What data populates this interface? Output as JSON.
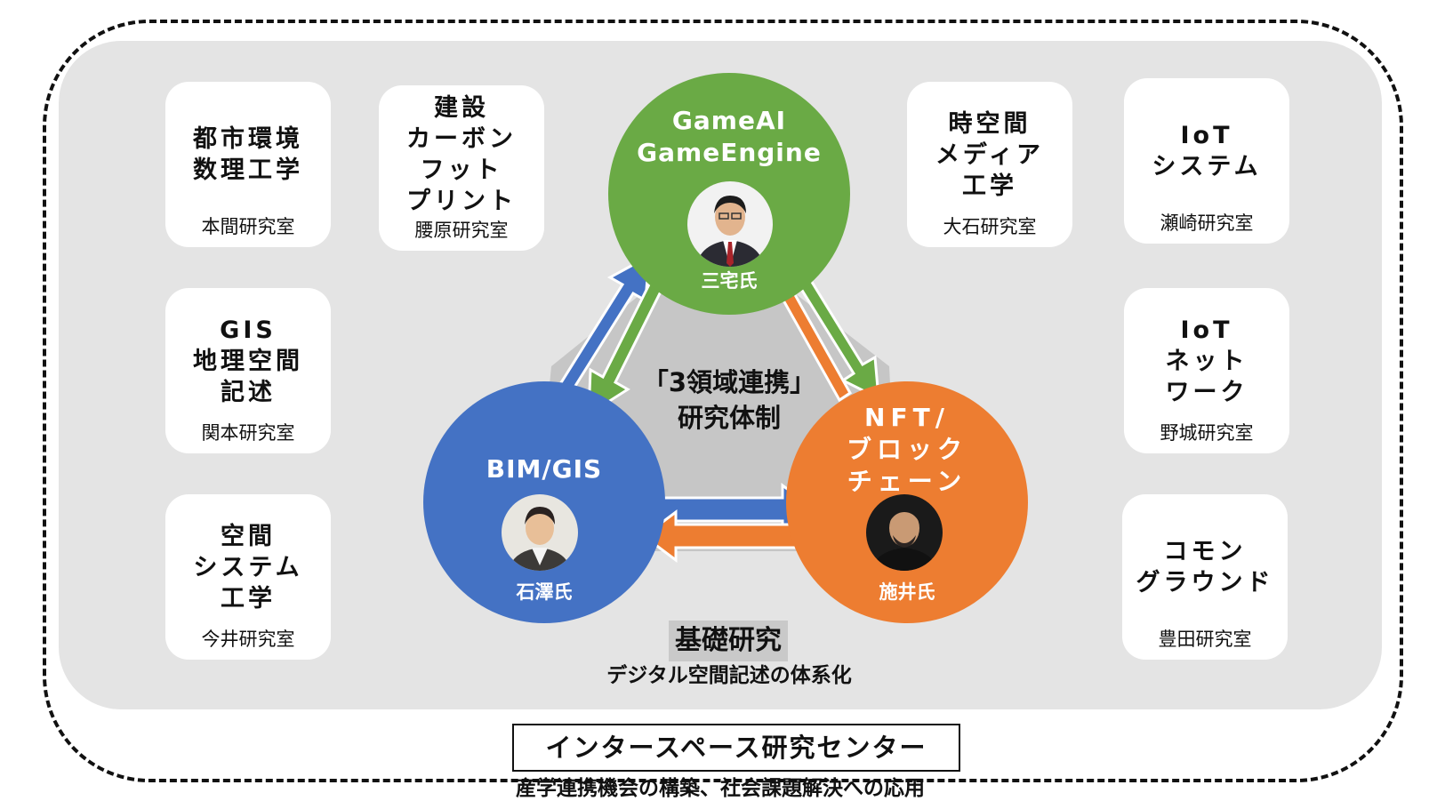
{
  "cards": [
    {
      "id": "toshi",
      "title": [
        "都市環境",
        "数理工学"
      ],
      "lab": "本間研究室"
    },
    {
      "id": "kensetsu",
      "title": [
        "建設",
        "カーボン",
        "フット",
        "プリント"
      ],
      "lab": "腰原研究室"
    },
    {
      "id": "jikukan",
      "title": [
        "時空間",
        "メディア",
        "工学"
      ],
      "lab": "大石研究室"
    },
    {
      "id": "iot-system",
      "title": [
        "IoT",
        "システム"
      ],
      "lab": "瀬崎研究室"
    },
    {
      "id": "gis",
      "title": [
        "GIS",
        "地理空間",
        "記述"
      ],
      "lab": "関本研究室"
    },
    {
      "id": "iot-network",
      "title": [
        "IoT",
        "ネット",
        "ワーク"
      ],
      "lab": "野城研究室"
    },
    {
      "id": "kukan",
      "title": [
        "空間",
        "システム",
        "工学"
      ],
      "lab": "今井研究室"
    },
    {
      "id": "common",
      "title": [
        "コモン",
        "グラウンド"
      ],
      "lab": "豊田研究室"
    }
  ],
  "circles": {
    "game": {
      "label": [
        "GameAI",
        "GameEngine"
      ],
      "person": "三宅氏",
      "color": "#6aaa45"
    },
    "bim": {
      "label": [
        "BIM/GIS"
      ],
      "person": "石澤氏",
      "color": "#4472c4"
    },
    "nft": {
      "label": [
        "NFT/",
        "ブロック",
        "チェーン"
      ],
      "person": "施井氏",
      "color": "#ed7d31"
    }
  },
  "center": {
    "line1": "「3領域連携」",
    "line2": "研究体制"
  },
  "foundation": {
    "title": "基礎研究",
    "subtitle": "デジタル空間記述の体系化"
  },
  "org": {
    "name": "インタースペース研究センター",
    "subtitle": "産学連携機会の構築、社会課題解決への応用"
  },
  "colors": {
    "triangle": "#c6c6c6",
    "background": "#e4e4e4"
  }
}
